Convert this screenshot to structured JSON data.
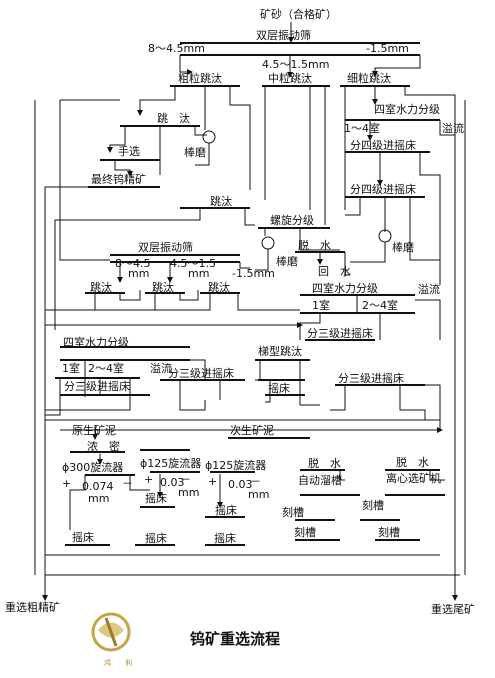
{
  "caption": "钨矿重选流程",
  "logo_text": "鸿 利",
  "nodes": {
    "feed": "矿砂（合格矿）",
    "double_screen_top": "双层振动筛",
    "size_coarse": "8～4.5mm",
    "size_medium": "4.5～1.5mm",
    "size_fine": "-1.5mm",
    "coarse_jig": "粗粒跳汰",
    "medium_jig": "中粒跳汰",
    "fine_jig": "细粒跳汰",
    "jig_a": "跳　汰",
    "hand_pick": "手选",
    "rod_mill_a": "棒磨",
    "final_concentrate": "最终钨精矿",
    "jig_b": "跳汰",
    "spiral_classifier": "螺旋分级",
    "dewater_a": "脱　水",
    "rod_mill_b": "棒磨",
    "rod_mill_c": "棒磨",
    "return_water": "回　水",
    "four_chamber_a": "四室水力分级",
    "chamber_1_4": "1～4室",
    "overflow_a": "溢流",
    "tabling_4_a": "分四级进摇床",
    "tabling_4_b": "分四级进摇床",
    "double_screen_mid": "双层振动筛",
    "size_8_45": "8～4.5",
    "size_45_15": "4.5～1.5",
    "mm_a": "mm",
    "mm_b": "mm",
    "size_m15": "-1.5mm",
    "jig_c1": "跳汰",
    "jig_c2": "跳汰",
    "jig_c3": "跳汰",
    "four_chamber_b": "四室水力分级",
    "chamber_1_b": "1室",
    "chamber_2_4_b": "2～4室",
    "overflow_b": "溢流",
    "tabling_3_a": "分三级进摇床",
    "four_chamber_c": "四室水力分级",
    "chamber_1_c": "1室",
    "chamber_2_4_c": "2～4室",
    "overflow_c": "溢流",
    "tabling_3_b": "分三级进摇床",
    "ladder_jig": "梯型跳汰",
    "tabling_3_c": "分三级进摇床",
    "shaker_a": "摇床",
    "tabling_3_d": "分三级进摇床",
    "secondary_slime": "次生矿泥",
    "primary_slime": "原生矿泥",
    "thicken": "浓　密",
    "cyclone_300": "ϕ300旋流器",
    "plus_a": "+",
    "minus_a": "－",
    "size_0074": "0.074",
    "mm_c": "mm",
    "cyclone_125_a": "ϕ125旋流器",
    "plus_b": "+",
    "minus_b": "－",
    "size_003_a": "0.03",
    "mm_d": "mm",
    "cyclone_125_b": "ϕ125旋流器",
    "plus_c": "+",
    "minus_c": "－",
    "size_003_b": "0.03",
    "mm_e": "mm",
    "shaker_b": "摇床",
    "shaker_c": "摇床",
    "shaker_d": "摇床",
    "shaker_e": "摇床",
    "shaker_f": "摇床",
    "dewater_b": "脱　水",
    "auto_chute": "自动溜槽",
    "dewater_c": "脱　水",
    "centrifugal_chute": "离心选矿机",
    "carve_a": "刻槽",
    "carve_b": "刻槽",
    "carve_c": "刻槽",
    "carve_d": "刻槽",
    "gravity_rough_conc": "重选粗精矿",
    "gravity_tailings": "重选尾矿"
  }
}
